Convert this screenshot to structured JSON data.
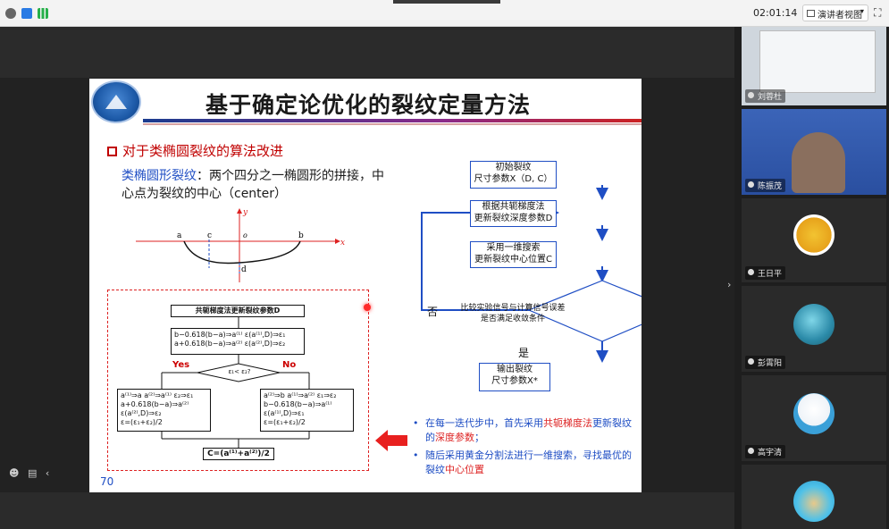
{
  "topbar": {
    "timer": "02:01:14",
    "view_button_label": "演讲者视图",
    "fullscreen_icon": "fullscreen-icon"
  },
  "slide": {
    "title": "基于确定论优化的裂纹定量方法",
    "section_heading": "对于类椭圆裂纹的算法改进",
    "desc_blue": "类椭圆形裂纹",
    "desc_rest": "：两个四分之一椭圆形的拼接，中心点为裂纹的中心（center）",
    "ellipse_labels": {
      "a": "a",
      "c": "c",
      "o": "o",
      "b": "b",
      "d": "d",
      "x": "x",
      "y": "y"
    },
    "algo": {
      "title": "共轭梯度法更新裂纹参数D",
      "step1_line1": "b−0.618(b−a)⇒a⁽¹⁾   ε(a⁽¹⁾,D)⇒ε₁",
      "step1_line2": "a+0.618(b−a)⇒a⁽²⁾   ε(a⁽²⁾,D)⇒ε₂",
      "condition": "ε₁< ε₂?",
      "yes_label": "Yes",
      "no_label": "No",
      "left_lines": [
        "a⁽¹⁾⇒a   a⁽²⁾⇒a⁽¹⁾   ε₂⇒ε₁",
        "a+0.618(b−a)⇒a⁽²⁾",
        "ε(a⁽²⁾,D)⇒ε₂",
        "ε=(ε₁+ε₂)/2"
      ],
      "right_lines": [
        "a⁽²⁾⇒b   a⁽¹⁾⇒a⁽²⁾   ε₁⇒ε₂",
        "b−0.618(b−a)⇒a⁽¹⁾",
        "ε(a⁽¹⁾,D)⇒ε₁",
        "ε=(ε₁+ε₂)/2"
      ],
      "result": "C=(a⁽¹⁾+a⁽²⁾)/2"
    },
    "flow": {
      "init": "初始裂纹\n尺寸参数X（D, C）",
      "step_d": "根据共轭梯度法\n更新裂纹深度参数D",
      "step_c": "采用一维搜索\n更新裂纹中心位置C",
      "decision": "比较实验信号与计算信号误差\n是否满足收敛条件",
      "no_label": "否",
      "yes_label": "是",
      "output": "输出裂纹\n尺寸参数X*"
    },
    "bullets": [
      {
        "pre": "在每一迭代步中，首先采用",
        "red": "共轭梯度法",
        "mid": "更新裂纹的",
        "red2": "深度参数",
        "post": "；"
      },
      {
        "pre": "随后采用黄金分割法进行一维搜索，寻找最优的裂纹",
        "red": "中心位置",
        "mid": "",
        "red2": "",
        "post": ""
      }
    ],
    "slide_number": "70"
  },
  "participants": [
    {
      "name": "刘蓉杜"
    },
    {
      "name": "陈振茂"
    },
    {
      "name": "王日平"
    },
    {
      "name": "彭霄阳"
    },
    {
      "name": "高宇清"
    },
    {
      "name": ""
    }
  ],
  "colors": {
    "accent_blue": "#1f4ec4",
    "accent_red": "#c00000"
  }
}
